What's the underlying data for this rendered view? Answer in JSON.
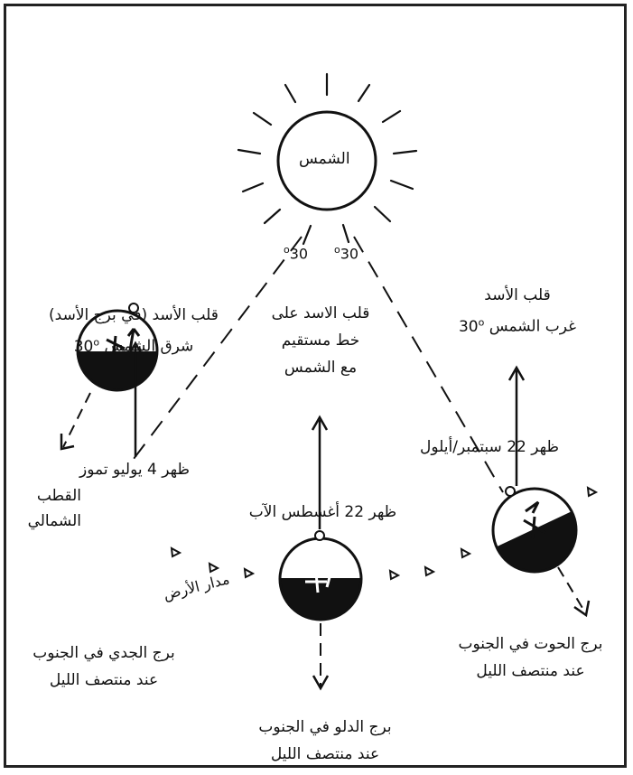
{
  "sun": {
    "label": "الشمس"
  },
  "angles": {
    "left": "30",
    "right": "30",
    "degree_mark": "o"
  },
  "left_earth": {
    "star_label_line1": "قلب الأسد (في برج الأسد)",
    "star_label_line2": "شرق الشمس",
    "star_label_degree": "30",
    "time_label": "ظهر 4 يوليو تموز",
    "pole_label_line1": "القطب",
    "pole_label_line2": "الشمالي",
    "midnight_line1": "برج الجدي في الجنوب",
    "midnight_line2": "عند منتصف الليل"
  },
  "middle_earth": {
    "star_label_line1": "قلب الاسد على",
    "star_label_line2": "خط مستقيم",
    "star_label_line3": "مع الشمس",
    "time_label": "ظهر 22 أغسطس الآب",
    "midnight_line1": "برج الدلو في الجنوب",
    "midnight_line2": "عند منتصف الليل"
  },
  "right_earth": {
    "star_label_line1": "قلب الأسد",
    "star_label_line2": "غرب الشمس",
    "star_label_degree": "30",
    "time_label": "ظهر 22 سبتمبر/أيلول",
    "midnight_line1": "برج الحوت في الجنوب",
    "midnight_line2": "عند منتصف الليل"
  },
  "orbit": {
    "label": "مدار الأرض"
  }
}
